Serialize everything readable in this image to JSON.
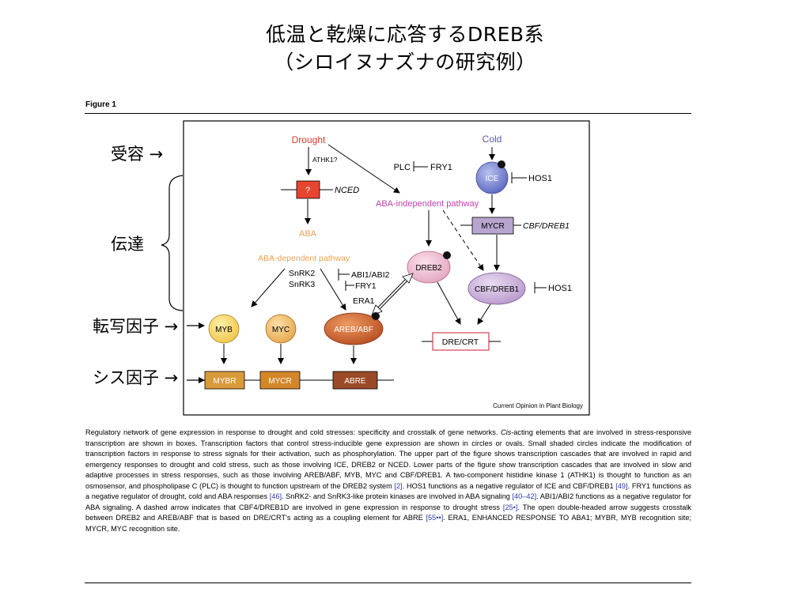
{
  "slide": {
    "title_line1": "低温と乾燥に応答するDREB系",
    "title_line2": "（シロイヌナズナの研究例）"
  },
  "figure": {
    "label": "Figure 1",
    "credit": "Current Opinion in Plant Biology",
    "nodes": {
      "drought": "Drought",
      "athk1": "ATHK1?",
      "unknown": "?",
      "nced": "NCED",
      "aba": "ABA",
      "plc": "PLC",
      "fry1_top": "FRY1",
      "cold": "Cold",
      "ice": "ICE",
      "hos1_top": "HOS1",
      "aba_independent": "ABA-independent pathway",
      "mycr_box": "MYCR",
      "cbf_dreb1_gene": "CBF/DREB1",
      "aba_dependent": "ABA-dependent pathway",
      "snrk2": "SnRK2",
      "snrk3": "SnRK3",
      "abi": "ABI1/ABI2",
      "fry1_mid": "FRY1",
      "era1": "ERA1",
      "dreb2": "DREB2",
      "cbf_dreb1": "CBF/DREB1",
      "hos1_mid": "HOS1",
      "dre_crt": "DRE/CRT",
      "myb": "MYB",
      "myc": "MYC",
      "areb_abf": "AREB/ABF",
      "mybr": "MYBR",
      "mycr": "MYCR",
      "abre": "ABRE"
    },
    "colors": {
      "drought": "#e03a2a",
      "cold": "#5558a8",
      "aba": "#f0a050",
      "aba_independent": "#c040b0",
      "dre_crt_border": "#d04050"
    }
  },
  "annotations": {
    "receptor": "受容 →",
    "transmission": "伝達",
    "tf": "転写因子 →",
    "cis": "シス因子 →"
  },
  "caption": {
    "p1": "Regulatory network of gene expression in response to drought and cold stresses: specificity and crosstalk of gene networks. ",
    "cis_italic": "Cis",
    "p2": "-acting elements that are involved in stress-responsive transcription are shown in boxes. Transcription factors that control stress-inducible gene expression are shown in circles or ovals. Small shaded circles indicate the modification of transcription factors in response to stress signals for their activation, such as phosphorylation. The upper part of the figure shows transcription cascades that are involved in rapid and emergency responses to drought and cold stress, such as those involving ICE, DREB2 or NCED. Lower parts of the figure show transcription cascades that are involved in slow and adaptive processes in stress responses, such as those involving AREB/ABF, MYB, MYC and CBF/DREB1. A two-component histidine kinase 1 (ATHK1) is thought to function as an osmosensor, and phospholipase C (PLC) is thought to function upstream of the DREB2 system ",
    "r1": "[2]",
    "p3": ". HOS1 functions as a negative regulator of ICE and CBF/DREB1 ",
    "r2": "[49]",
    "p4": ". FRY1 functions as a negative regulator of drought, cold and ABA responses ",
    "r3": "[46]",
    "p5": ". SnRK2- and SnRK3-like protein kinases are involved in ABA signaling ",
    "r4": "[40–42]",
    "p6": ". ABI1/ABI2 functions as a negative regulator for ABA signaling. A dashed arrow indicates that CBF4/DREB1D are involved in gene expression in response to drought stress ",
    "r5": "[25•]",
    "p7": ". The open double-headed arrow suggests crosstalk between DREB2 and AREB/ABF that is based on DRE/CRT's acting as a coupling element for ABRE ",
    "r6": "[55••]",
    "p8": ". ERA1, ENHANCED RESPONSE TO ABA1; MYBR, MYB recognition site; MYCR, MYC recognition site."
  }
}
